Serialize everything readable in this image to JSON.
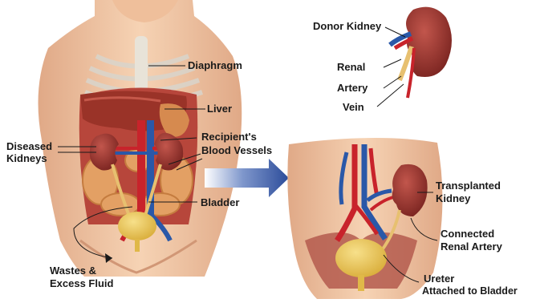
{
  "labels": {
    "donor_kidney": "Donor Kidney",
    "renal": "Renal",
    "artery": "Artery",
    "vein": "Vein",
    "diaphragm": "Diaphragm",
    "liver": "Liver",
    "recipients_blood_vessels_line1": "Recipient's",
    "recipients_blood_vessels_line2": "Blood Vessels",
    "diseased_kidneys_line1": "Diseased",
    "diseased_kidneys_line2": "Kidneys",
    "bladder": "Bladder",
    "wastes_line1": "Wastes &",
    "wastes_line2": "Excess Fluid",
    "transplanted_kidney_line1": "Transplanted",
    "transplanted_kidney_line2": "Kidney",
    "connected_renal_artery_line1": "Connected",
    "connected_renal_artery_line2": "Renal Artery",
    "ureter_line1": "Ureter",
    "ureter_line2": "Attached to Bladder"
  },
  "colors": {
    "skin": "#f3c9a6",
    "skin_shadow": "#e0a987",
    "kidney": "#8e2f2a",
    "liver": "#9a3328",
    "intestine": "#e3a064",
    "artery": "#c8232b",
    "vein": "#2a58a8",
    "ureter": "#e7c070",
    "bladder": "#e8c85a",
    "arrow": "#2c4c9a"
  }
}
